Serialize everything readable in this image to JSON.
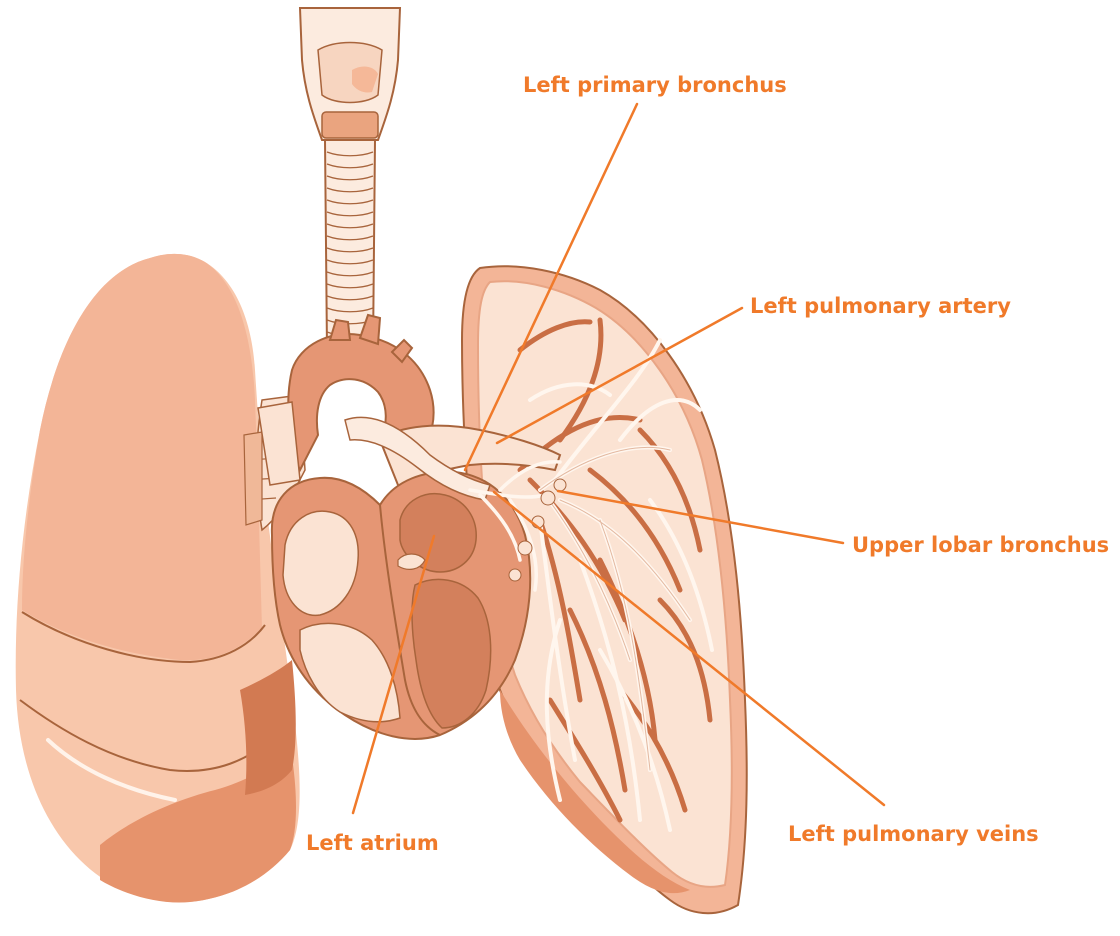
{
  "diagram": {
    "palette": {
      "outline": "#a8643c",
      "lung_light": "#f8c7ab",
      "lung_mid": "#f3b597",
      "lung_shadow": "#e6936c",
      "lung_dark": "#d27a52",
      "tissue_pale": "#fbe3d3",
      "heart": "#e59674",
      "heart_dark": "#d3805c",
      "trachea": "#fcebdf",
      "vessels": "#c96e44",
      "bronchial_tree": "#fff6ee",
      "leader": "#f07a2a",
      "label": "#f07a2a"
    },
    "labels": [
      {
        "id": "left-primary-bronchus",
        "text": "Left primary bronchus"
      },
      {
        "id": "left-pulmonary-artery",
        "text": "Left pulmonary artery"
      },
      {
        "id": "upper-lobar-bronchus",
        "text": "Upper lobar bronchus"
      },
      {
        "id": "left-pulmonary-veins",
        "text": "Left pulmonary veins"
      },
      {
        "id": "left-atrium",
        "text": "Left atrium"
      }
    ]
  }
}
